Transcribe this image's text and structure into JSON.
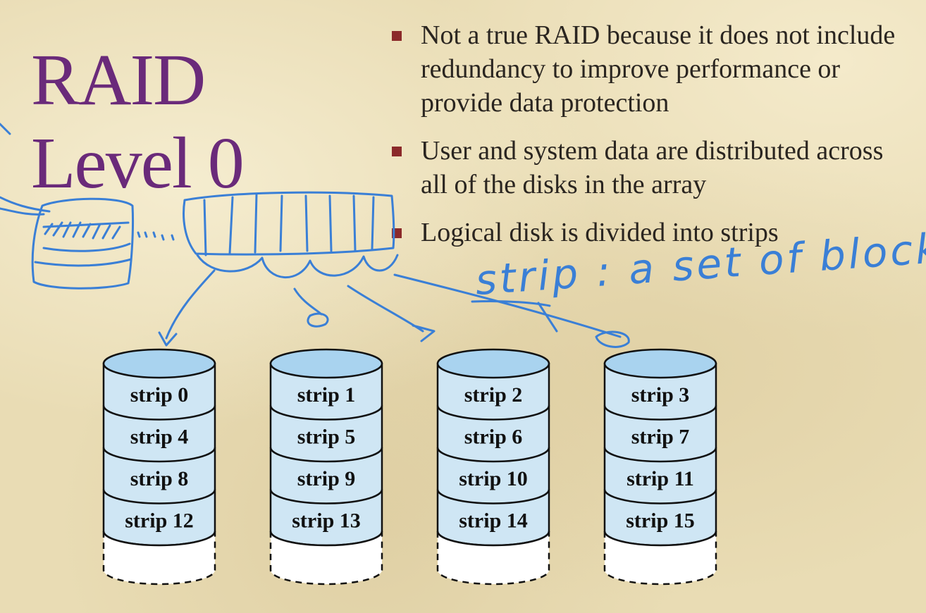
{
  "slide": {
    "title_line1": "RAID",
    "title_line2": "Level 0",
    "bullets": [
      "Not a true RAID because it does not include redundancy to improve performance or provide data protection",
      "User and system data are distributed across all of the disks in the array",
      "Logical disk is divided into strips"
    ],
    "handwritten_note": "strip : a set of blocks"
  },
  "colors": {
    "title": "#6a2a7a",
    "bullet_marker": "#8b2a2a",
    "disk_fill": "#cfe6f4",
    "disk_top": "#a9d3ef",
    "ink": "#3a7fd6"
  },
  "disks": [
    {
      "strips": [
        "strip 0",
        "strip 4",
        "strip 8",
        "strip 12"
      ]
    },
    {
      "strips": [
        "strip 1",
        "strip 5",
        "strip 9",
        "strip 13"
      ]
    },
    {
      "strips": [
        "strip 2",
        "strip 6",
        "strip 10",
        "strip 14"
      ]
    },
    {
      "strips": [
        "strip 3",
        "strip 7",
        "strip 11",
        "strip 15"
      ]
    }
  ]
}
